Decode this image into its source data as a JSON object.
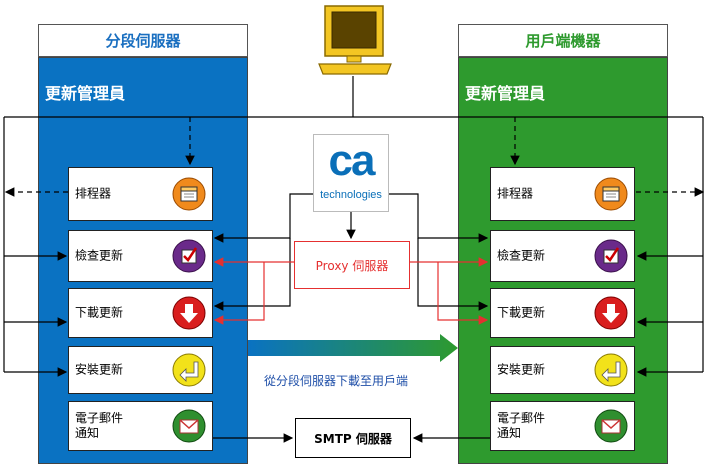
{
  "staging": {
    "header": "分段伺服器",
    "title": "更新管理員",
    "items": [
      {
        "label": "排程器"
      },
      {
        "label": "檢查更新"
      },
      {
        "label": "下載更新"
      },
      {
        "label": "安裝更新"
      },
      {
        "label": "電子郵件\n通知"
      }
    ]
  },
  "client": {
    "header": "用戶端機器",
    "title": "更新管理員",
    "items": [
      {
        "label": "排程器"
      },
      {
        "label": "檢查更新"
      },
      {
        "label": "下載更新"
      },
      {
        "label": "安裝更新"
      },
      {
        "label": "電子郵件\n通知"
      }
    ]
  },
  "center": {
    "ca_logo_text": "ca",
    "ca_logo_sub": "technologies",
    "proxy_label": "Proxy 伺服器",
    "smtp_label": "SMTP 伺服器",
    "download_flow_label": "從分段伺服器下載至用戶端"
  },
  "colors": {
    "staging_blue": "#0a72c2",
    "client_green": "#2e9a2e",
    "header_blue_text": "#1a6fc0",
    "header_green_text": "#2e9a2e",
    "proxy_red": "#e53030",
    "flow_label_blue": "#1f4fa8"
  },
  "icons": [
    "calendar-icon",
    "checkbox-icon",
    "download-arrow-icon",
    "install-arrow-icon",
    "envelope-icon"
  ]
}
